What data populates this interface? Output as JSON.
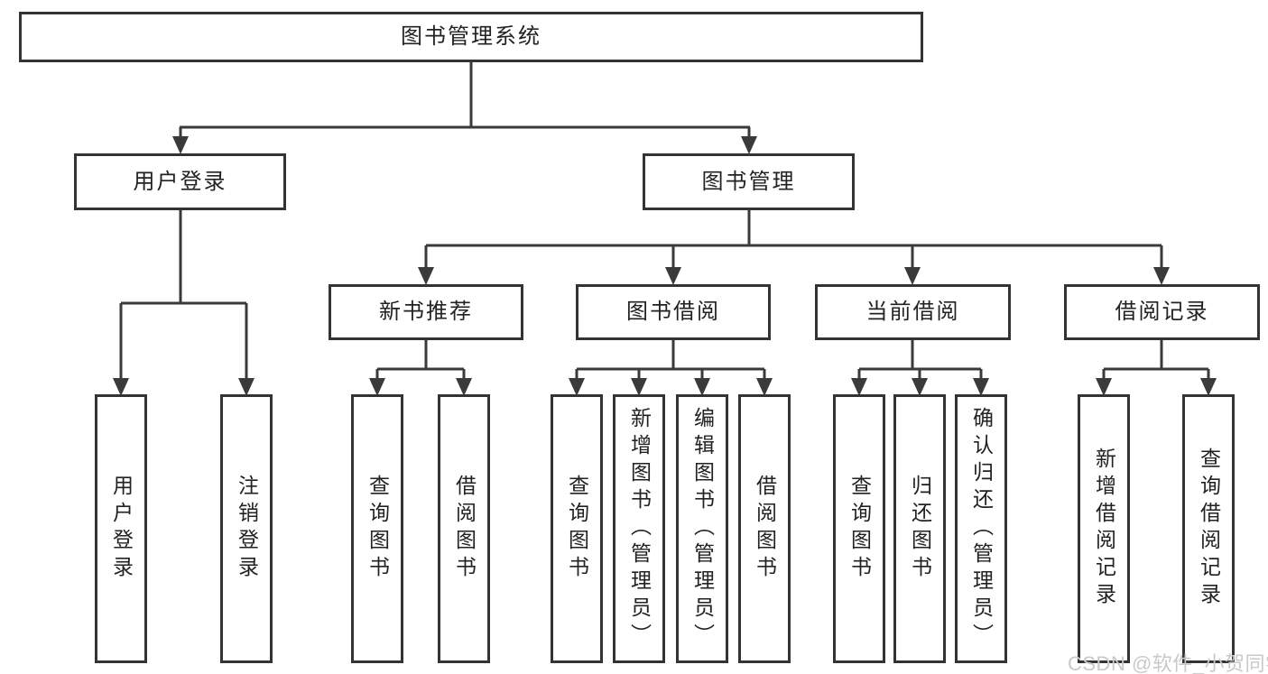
{
  "diagram": {
    "title": "图书管理系统",
    "tree": {
      "root": {
        "label": "图书管理系统",
        "children": [
          {
            "label": "用户登录",
            "children": [
              {
                "label": "用户登录"
              },
              {
                "label": "注销登录"
              }
            ]
          },
          {
            "label": "图书管理",
            "children": [
              {
                "label": "新书推荐",
                "children": [
                  {
                    "label": "查询图书"
                  },
                  {
                    "label": "借阅图书"
                  }
                ]
              },
              {
                "label": "图书借阅",
                "children": [
                  {
                    "label": "查询图书"
                  },
                  {
                    "label": "新增图书（管理员）"
                  },
                  {
                    "label": "编辑图书（管理员）"
                  },
                  {
                    "label": "借阅图书"
                  }
                ]
              },
              {
                "label": "当前借阅",
                "children": [
                  {
                    "label": "查询图书"
                  },
                  {
                    "label": "归还图书"
                  },
                  {
                    "label": "确认归还（管理员）"
                  }
                ]
              },
              {
                "label": "借阅记录",
                "children": [
                  {
                    "label": "新增借阅记录"
                  },
                  {
                    "label": "查询借阅记录"
                  }
                ]
              }
            ]
          }
        ]
      }
    },
    "watermark": "CSDN @软件_小贺同学",
    "colors": {
      "line": "#3a3a3a",
      "box_border": "#333333",
      "text": "#222222",
      "watermark": "#c9c9c9",
      "background": "#ffffff"
    }
  }
}
